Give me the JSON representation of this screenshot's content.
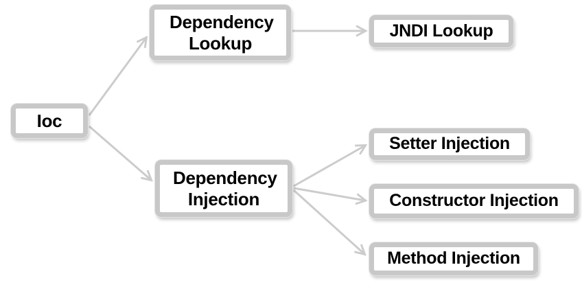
{
  "nodes": {
    "ioc": {
      "label": "Ioc"
    },
    "dependency_lookup": {
      "label": "Dependency Lookup"
    },
    "jndi_lookup": {
      "label": "JNDI Lookup"
    },
    "dependency_injection": {
      "label": "Dependency Injection"
    },
    "setter_injection": {
      "label": "Setter Injection"
    },
    "constructor_injection": {
      "label": "Constructor Injection"
    },
    "method_injection": {
      "label": "Method Injection"
    }
  },
  "edges": [
    {
      "from": "Ioc",
      "to": "Dependency Lookup"
    },
    {
      "from": "Ioc",
      "to": "Dependency Injection"
    },
    {
      "from": "Dependency Lookup",
      "to": "JNDI Lookup"
    },
    {
      "from": "Dependency Injection",
      "to": "Setter Injection"
    },
    {
      "from": "Dependency Injection",
      "to": "Constructor Injection"
    },
    {
      "from": "Dependency Injection",
      "to": "Method Injection"
    }
  ],
  "colors": {
    "background": "#ffffff",
    "box_border": "#c8c8c8",
    "box_fill": "#ffffff",
    "arrow": "#cccccc",
    "text": "#000000"
  }
}
